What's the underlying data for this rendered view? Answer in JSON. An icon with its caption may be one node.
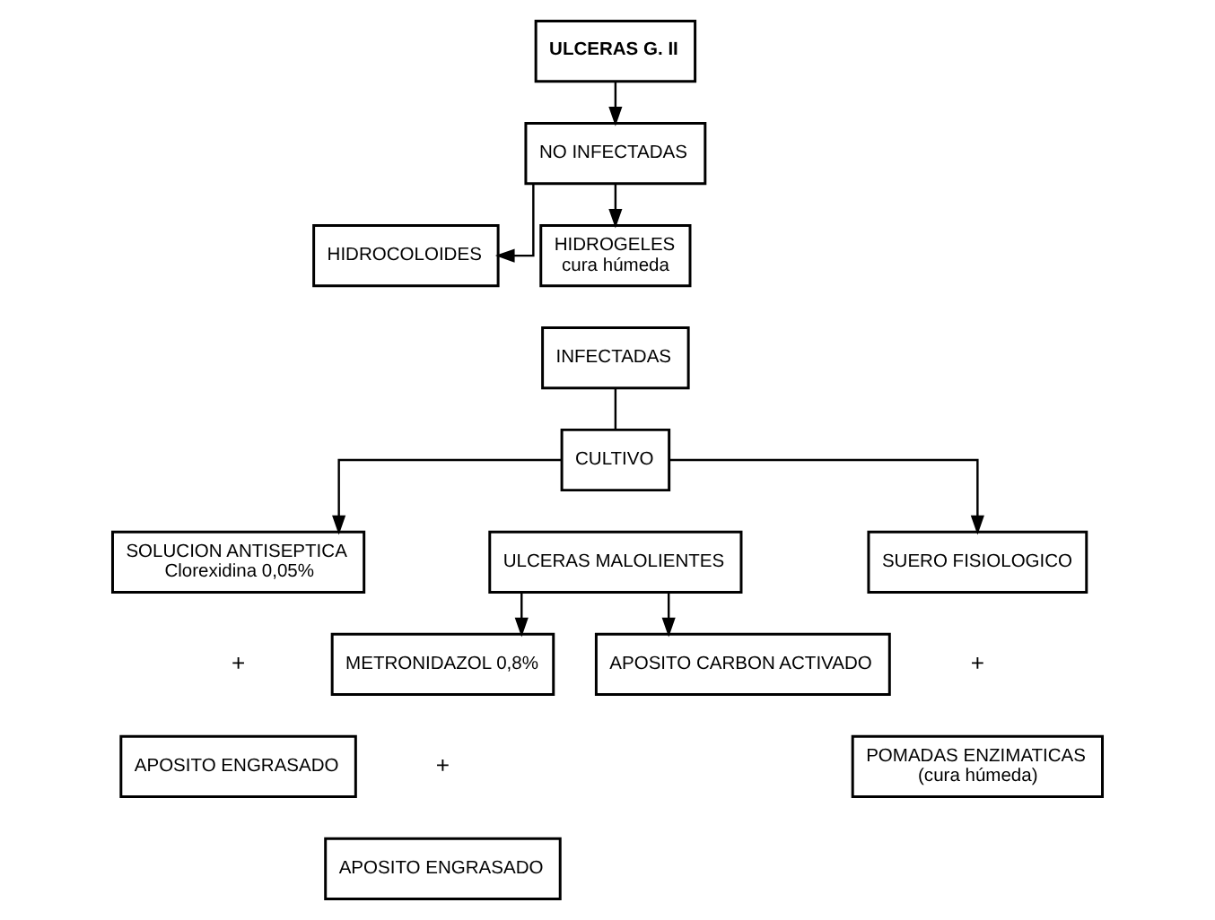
{
  "diagram": {
    "nodes": [
      {
        "text": [
          "ULCERAS G. II"
        ]
      },
      {
        "text": [
          "NO INFECTADAS"
        ]
      },
      {
        "text": [
          "HIDROCOLOIDES"
        ]
      },
      {
        "text": [
          "HIDROGELES",
          "cura húmeda"
        ]
      },
      {
        "text": [
          "INFECTADAS"
        ]
      },
      {
        "text": [
          "CULTIVO"
        ]
      },
      {
        "text": [
          "SOLUCION ANTISEPTICA",
          "Clorexidina 0,05%"
        ]
      },
      {
        "text": [
          "ULCERAS MALOLIENTES"
        ]
      },
      {
        "text": [
          "SUERO FISIOLOGICO"
        ]
      },
      {
        "text": [
          "APOSITO ENGRASADO"
        ]
      },
      {
        "text": [
          "POMADAS ENZIMATICAS",
          "(cura húmeda)"
        ]
      },
      {
        "text": [
          "METRONIDAZOL 0,8%"
        ]
      },
      {
        "text": [
          "APOSITO CARBON ACTIVADO"
        ]
      },
      {
        "text": [
          "APOSITO ENGRASADO"
        ]
      }
    ],
    "edges": [
      {
        "from": 0,
        "to": 1,
        "arrow": "to"
      },
      {
        "from": 1,
        "to": 2,
        "arrow": "to"
      },
      {
        "from": 1,
        "to": 3,
        "arrow": "to"
      },
      {
        "from": 4,
        "to": 5,
        "arrow": "none"
      },
      {
        "from": 5,
        "to": 6,
        "arrow": "to"
      },
      {
        "from": 5,
        "to": 8,
        "arrow": "to"
      },
      {
        "from": 7,
        "to": 11,
        "arrow": "to"
      },
      {
        "from": 7,
        "to": 12,
        "arrow": "to"
      }
    ],
    "labels": [
      "+",
      "+",
      "+"
    ]
  }
}
